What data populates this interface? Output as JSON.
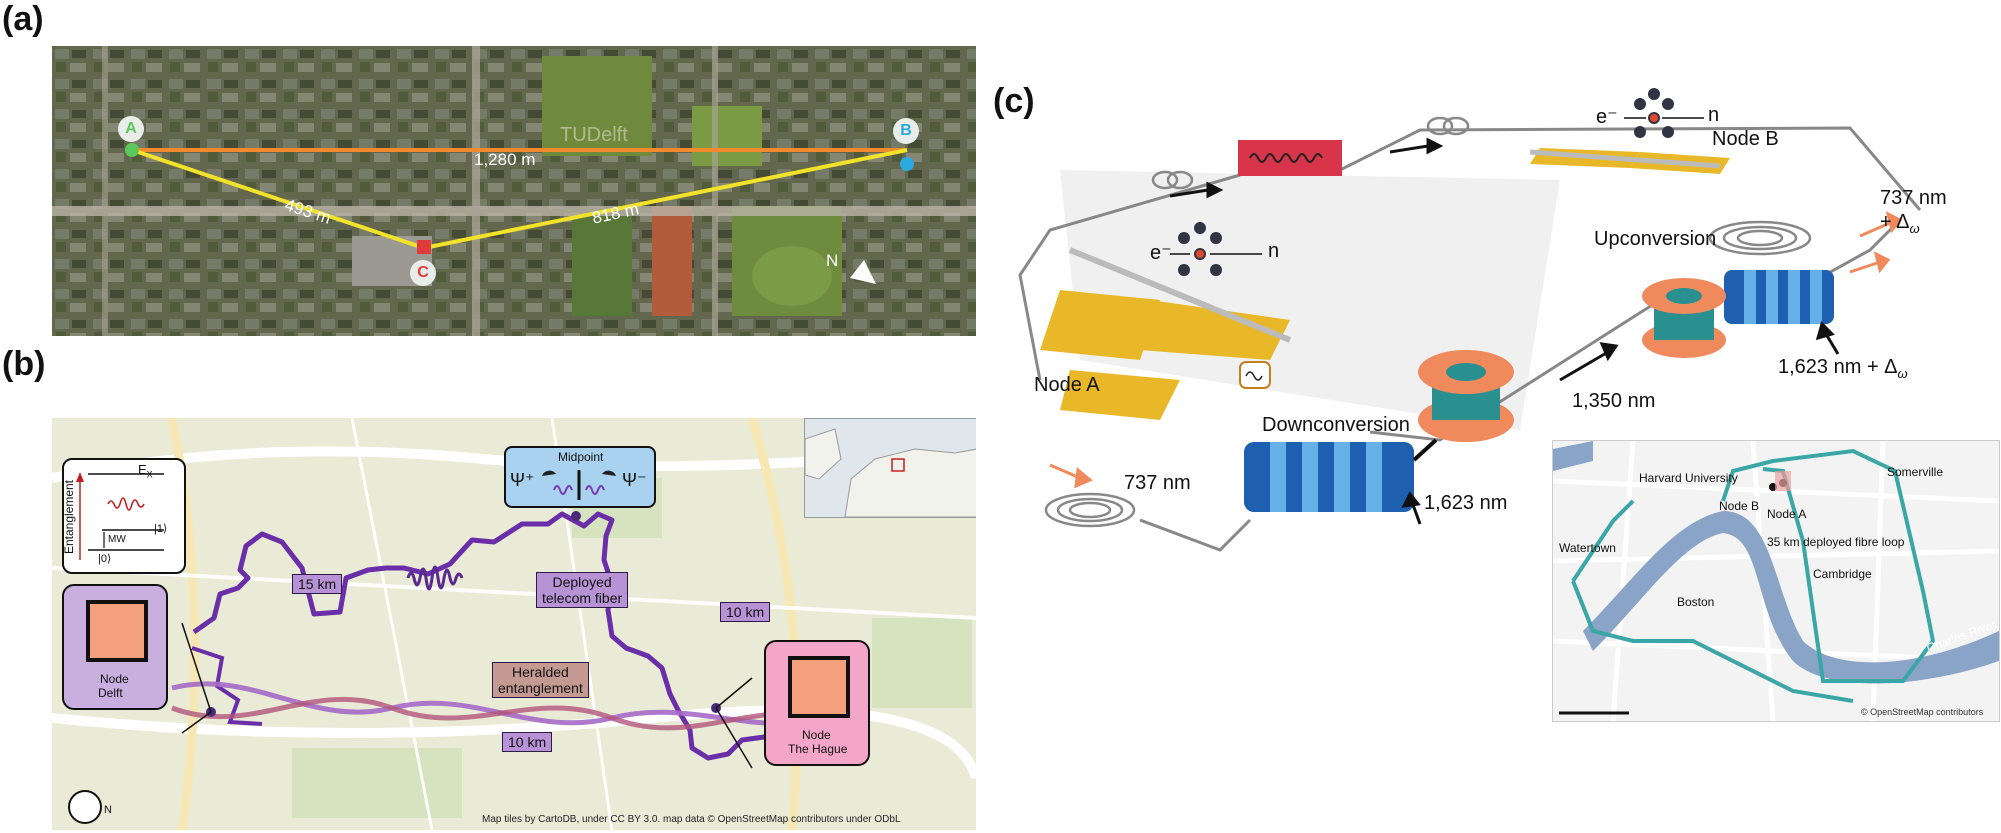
{
  "panels": {
    "a": {
      "letter": "(a)"
    },
    "b": {
      "letter": "(b)"
    },
    "c": {
      "letter": "(c)"
    }
  },
  "panel_a": {
    "node_a": "A",
    "node_b": "B",
    "node_c": "C",
    "campus_text": "TUDelft",
    "dist_ab": "1,280 m",
    "dist_ac": "493 m",
    "dist_cb": "818 m",
    "north": "N",
    "colors": {
      "ab_line": "#f08a2c",
      "triangle_line": "#f2e22a",
      "node_a": "#5cc85c",
      "node_b": "#2aa8e0",
      "node_c": "#e03a3a"
    }
  },
  "panel_b": {
    "midpoint_title": "Midpoint",
    "psi_plus": "Ψ⁺",
    "psi_minus": "Ψ⁻",
    "dist_15km": "15 km",
    "dist_10km_right": "10 km",
    "dist_10km_bottom": "10 km",
    "deployed_fiber": [
      "Deployed",
      "telecom fiber"
    ],
    "heralded": [
      "Heralded",
      "entanglement"
    ],
    "node_delft": [
      "Node",
      "Delft"
    ],
    "node_hague": [
      "Node",
      "The Hague"
    ],
    "inset_ex": "E",
    "inset_ex_sub": "X",
    "inset_axis": "Entanglement",
    "inset_mw": "MW",
    "inset_ket1": "|1⟩",
    "inset_ket0": "|0⟩",
    "compass_n": "N",
    "attribution": "Map tiles by CartoDB, under CC BY 3.0. map data © OpenStreetMap contributors under ODbL",
    "colors": {
      "fiber": "#6a2fa8",
      "delft_box": "#c9aee0",
      "hague_box": "#f4a6c8",
      "midpoint_box": "#a9d2f0"
    }
  },
  "panel_c": {
    "electron_a": "e⁻",
    "nucleus_a": "n",
    "electron_b": "e⁻",
    "nucleus_b": "n",
    "node_a": "Node A",
    "node_b": "Node B",
    "wl_737_top": "737 nm",
    "wl_737_top_delta": "+ Δ",
    "wl_737_top_delta_sub": "ω",
    "upconversion": "Upconversion",
    "wl_1623_delta": "1,623 nm + Δ",
    "wl_1623_delta_sub": "ω",
    "wl_1350": "1,350 nm",
    "downconversion": "Downconversion",
    "wl_737_left": "737 nm",
    "wl_1623": "1,623 nm",
    "map_labels": {
      "harvard": "Harvard University",
      "node_b": "Node B",
      "node_a": "Node A",
      "somerville": "Somerville",
      "loop": "35 km deployed fibre loop",
      "watertown": "Watertown",
      "boston": "Boston",
      "cambridge": "Cambridge",
      "charles": "Charles River",
      "osm": "© OpenStreetMap contributors"
    },
    "colors": {
      "converter": "#2e7fd0",
      "spool": "#2a8f8f",
      "loop": "#3aa6a6",
      "river": "#8aa4c8",
      "pulse_box": "#d8344a",
      "gold": "#e8b828"
    }
  }
}
